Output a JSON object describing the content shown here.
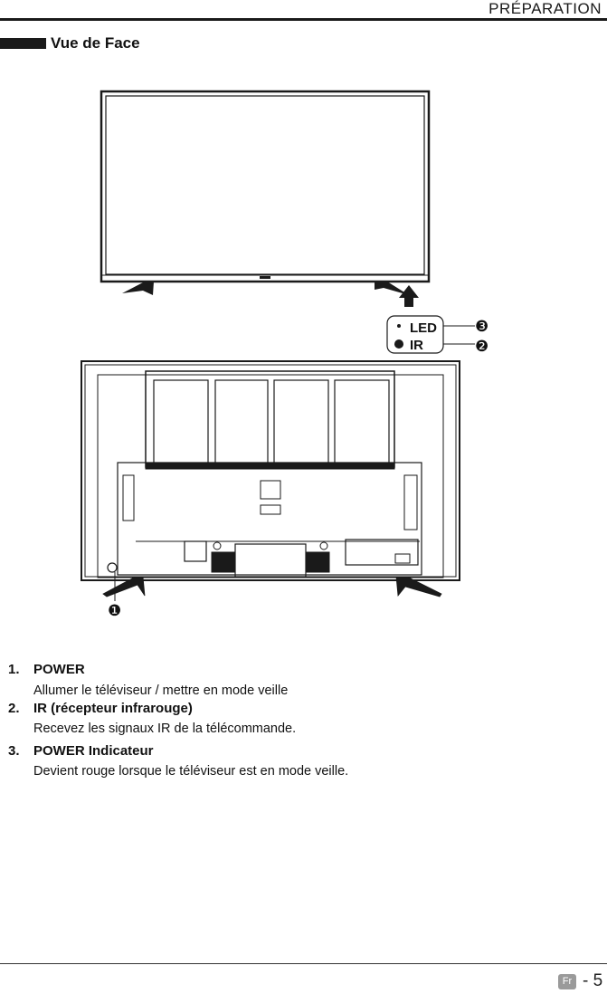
{
  "header": {
    "title": "PRÉPARATION"
  },
  "section": {
    "title": "Vue de Face"
  },
  "callouts": {
    "led_label": "LED",
    "ir_label": "IR",
    "marker_1": "❶",
    "marker_2": "❷",
    "marker_3": "❸"
  },
  "items": [
    {
      "number": "1.",
      "title": "POWER",
      "description": "Allumer le téléviseur / mettre en mode veille"
    },
    {
      "number": "2.",
      "title": "IR (récepteur infrarouge)",
      "description": "Recevez les signaux IR de la télécommande."
    },
    {
      "number": "3.",
      "title": "POWER Indicateur",
      "description": "Devient  rouge lorsque le téléviseur est en mode veille."
    }
  ],
  "footer": {
    "language": "Fr",
    "page": "- 5"
  }
}
